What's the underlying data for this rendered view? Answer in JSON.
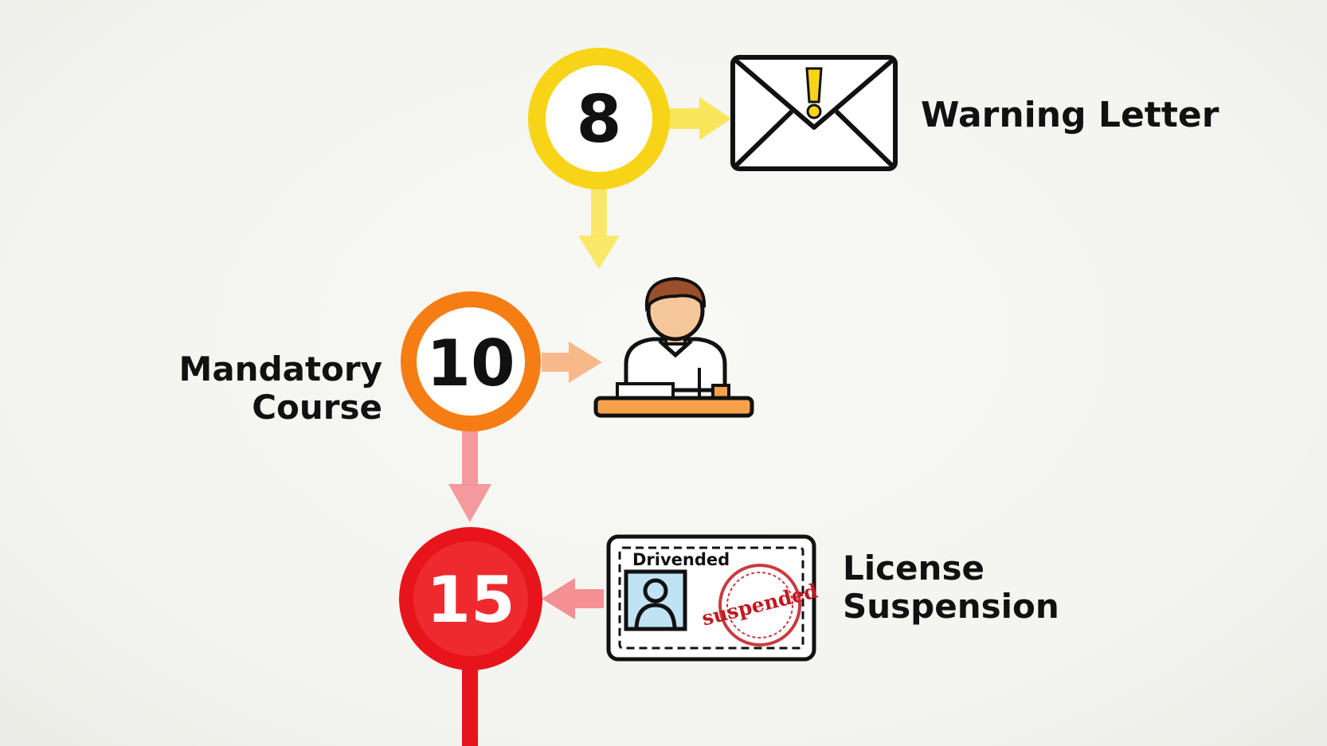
{
  "steps": [
    {
      "points": "8",
      "color": "#f7d417",
      "label_lines": [
        "Warning Letter"
      ],
      "icon": "warning-envelope-icon"
    },
    {
      "points": "10",
      "color": "#f57d14",
      "label_lines": [
        "Mandatory",
        "Course"
      ],
      "icon": "student-at-desk-icon"
    },
    {
      "points": "15",
      "color": "#e8141b",
      "label_lines": [
        "License",
        "Suspension"
      ],
      "icon": "suspended-license-card-icon"
    }
  ],
  "license_card": {
    "header": "Drivended",
    "stamp": "suspended",
    "stamp_color": "#c0191f"
  },
  "colors": {
    "yellow_arrow": "#f9e55a",
    "orange_arrow": "#f8b98a",
    "red_arrow": "#f48f93",
    "line": "#e8141b",
    "skin": "#f6c79b",
    "hair": "#9a4f2a",
    "desk": "#f8a14a"
  }
}
